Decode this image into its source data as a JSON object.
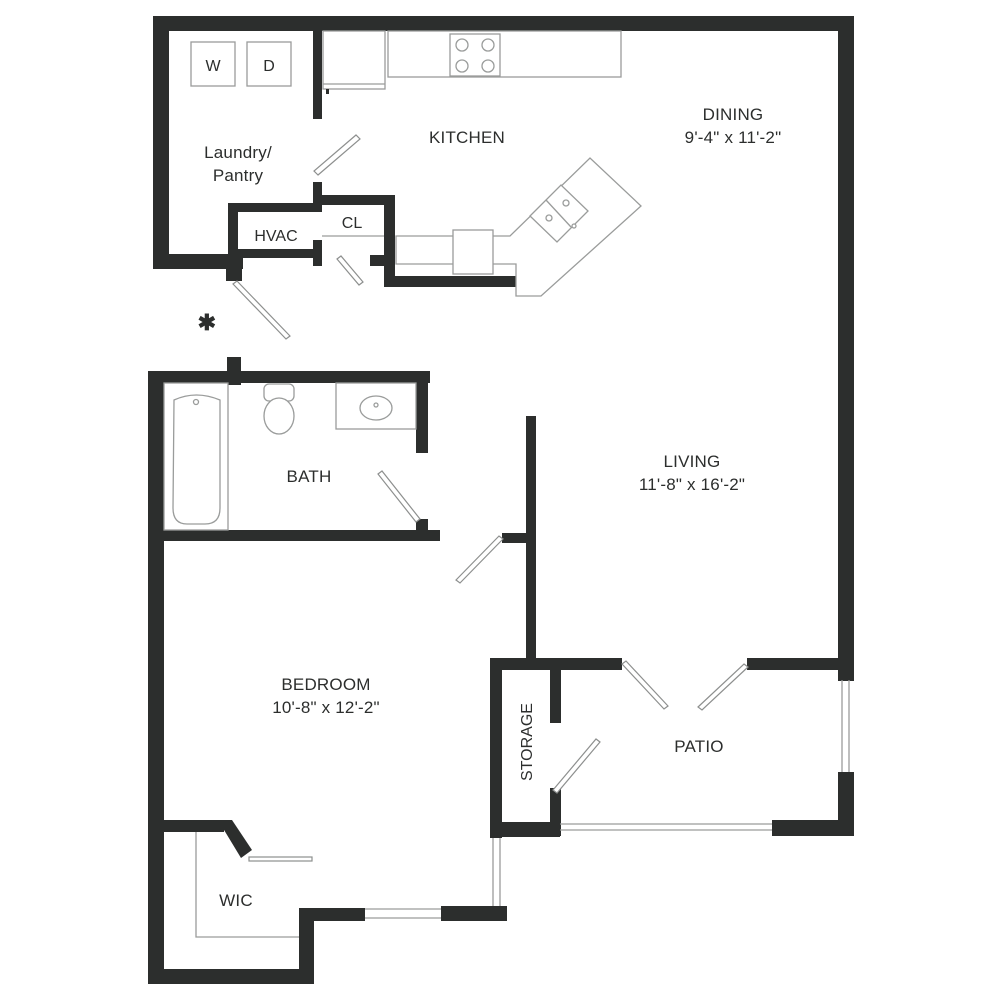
{
  "rooms": {
    "dining": {
      "name": "DINING",
      "dims": "9'-4\" x 11'-2\""
    },
    "kitchen": {
      "name": "KITCHEN"
    },
    "laundry": {
      "line1": "Laundry/",
      "line2": "Pantry"
    },
    "hvac": {
      "name": "HVAC"
    },
    "closet": {
      "name": "CL"
    },
    "living": {
      "name": "LIVING",
      "dims": "11'-8\" x 16'-2\""
    },
    "bath": {
      "name": "BATH"
    },
    "bedroom": {
      "name": "BEDROOM",
      "dims": "10'-8\" x 12'-2\""
    },
    "storage": {
      "name": "STORAGE"
    },
    "patio": {
      "name": "PATIO"
    },
    "wic": {
      "name": "WIC"
    }
  },
  "appliances": {
    "washer": "W",
    "dryer": "D"
  },
  "markers": {
    "entry": "✱"
  },
  "colors": {
    "wall": "#2c2e2d",
    "fixture_line": "#9a9c9b",
    "background": "#ffffff"
  }
}
